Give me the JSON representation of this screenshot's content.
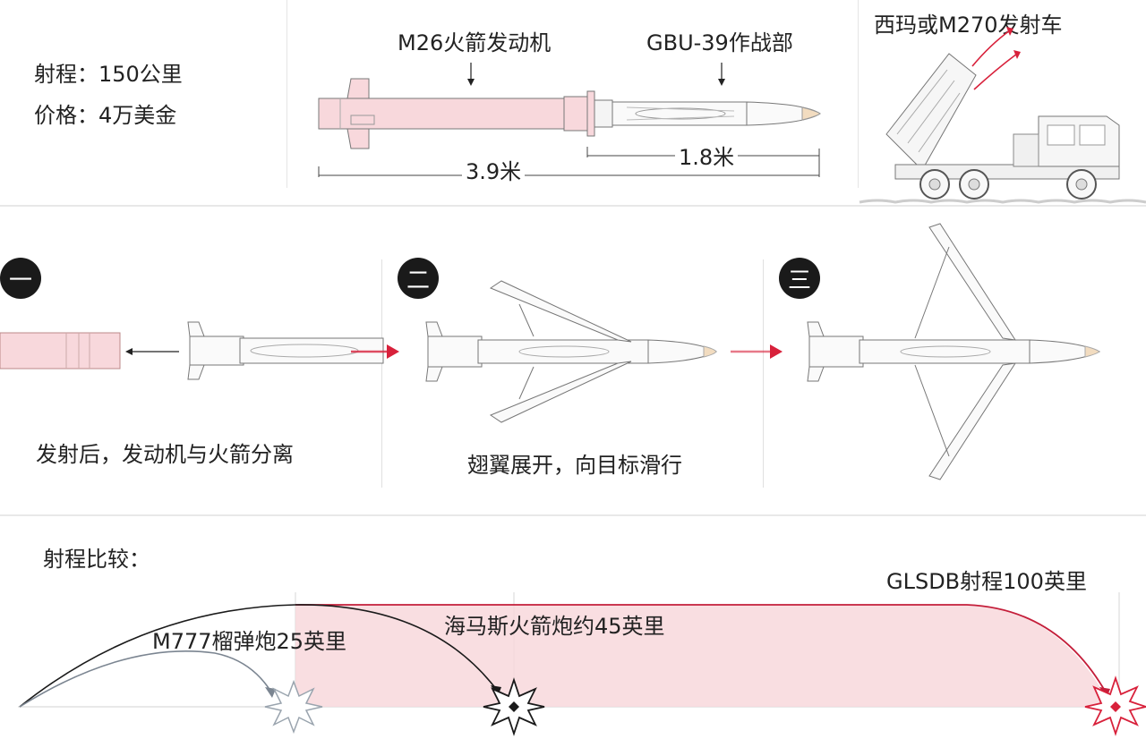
{
  "top": {
    "range_text": "射程：150公里",
    "price_text": "价格：4万美金",
    "rocket_motor_label": "M26火箭发动机",
    "warhead_label": "GBU-39作战部",
    "total_length": "3.9米",
    "warhead_length": "1.8米",
    "launcher_label": "西玛或M270发射车"
  },
  "steps": [
    {
      "badge": "一",
      "caption": "发射后，发动机与火箭分离"
    },
    {
      "badge": "二",
      "caption": "翅翼展开，向目标滑行"
    },
    {
      "badge": "三",
      "caption": ""
    }
  ],
  "range_compare": {
    "title": "射程比较：",
    "m777_label": "M777榴弹炮25英里",
    "himars_label": "海马斯火箭炮约45英里",
    "glsdb_label": "GLSDB射程100英里"
  },
  "colors": {
    "pink_fill": "#f8d8dc",
    "red_accent": "#d8213b",
    "dark": "#1a1a1a",
    "divider": "#e6e6e6"
  }
}
